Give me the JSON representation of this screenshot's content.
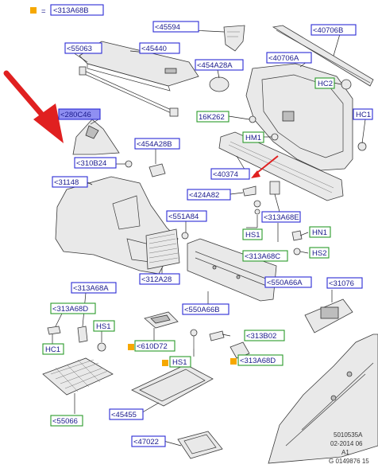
{
  "legend": {
    "equals": "=",
    "code": "<313A68B"
  },
  "labels": {
    "c313A68B_top": "<313A68B",
    "c45594": "<45594",
    "c40706B": "<40706B",
    "c55063": "<55063",
    "c45440": "<45440",
    "c454A28A": "<454A28A",
    "c40706A": "<40706A",
    "hc2": "HC2",
    "c280C46": "<280C46",
    "c16K262": "16K262",
    "hc1_top": "HC1",
    "hm1": "HM1",
    "c310B24": "<310B24",
    "c454A28B": "<454A28B",
    "c40374": "<40374",
    "c31148": "<31148",
    "c424A82": "<424A82",
    "c313A68E": "<313A68E",
    "c551A84": "<551A84",
    "hs1_mid": "HS1",
    "hn1": "HN1",
    "c313A68C": "<313A68C",
    "hs2": "HS2",
    "c312A28": "<312A28",
    "c550A66A": "<550A66A",
    "c31076": "<31076",
    "c313A68A": "<313A68A",
    "c313A68D_left": "<313A68D",
    "hs1_left": "HS1",
    "c550A66B": "<550A66B",
    "hc1_left": "HC1",
    "c610D72": "<610D72",
    "c313B02": "<313B02",
    "hs1_bottom": "HS1",
    "c313A68D_right": "<313A68D",
    "c55066": "<55066",
    "c45455": "<45455",
    "c47022": "<47022"
  },
  "footer": {
    "line1": "5010535A",
    "line2": "02-2014 06",
    "line3": "A1",
    "line4": "G 0149876 15"
  },
  "colors": {
    "blue_box": "#2b2bd6",
    "green_box": "#2a9a2a",
    "highlight_box": "#8f8ff2",
    "marker_square": "#f6a800",
    "arrow_red": "#e02020"
  }
}
